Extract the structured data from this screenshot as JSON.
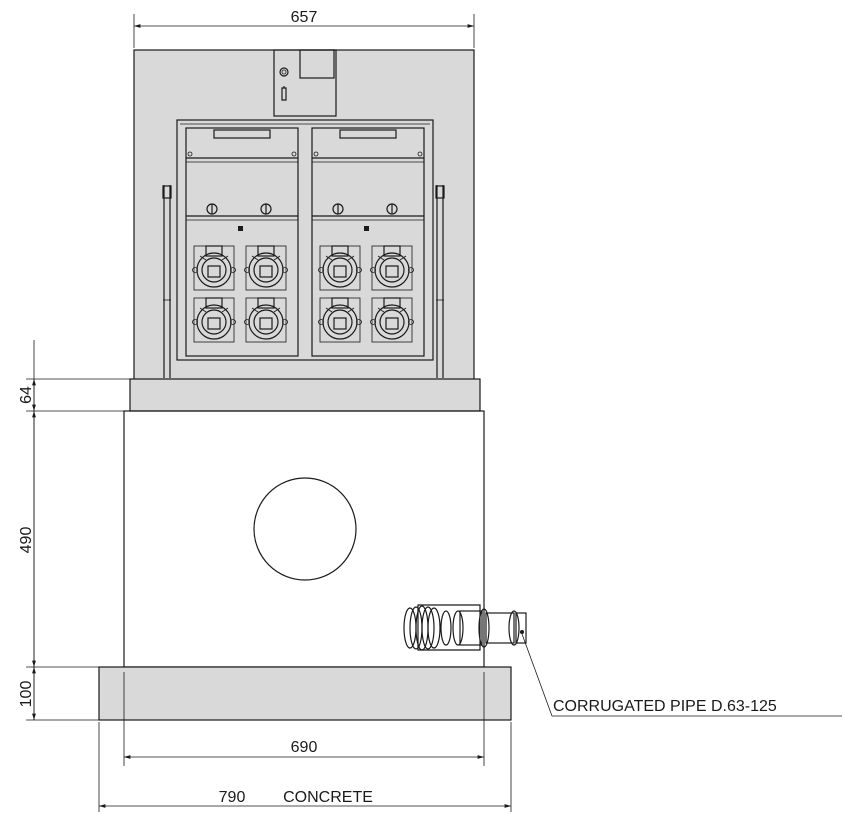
{
  "dimensions": {
    "top_width": "657",
    "base_height": "64",
    "body_height": "490",
    "slab_height": "100",
    "body_width": "690",
    "slab_width": "790",
    "slab_material": "CONCRETE"
  },
  "callouts": {
    "pipe": "CORRUGATED PIPE D.63-125"
  },
  "colors": {
    "line": "#1a1a1a",
    "fill": "#d9d9d9",
    "background": "#ffffff"
  }
}
